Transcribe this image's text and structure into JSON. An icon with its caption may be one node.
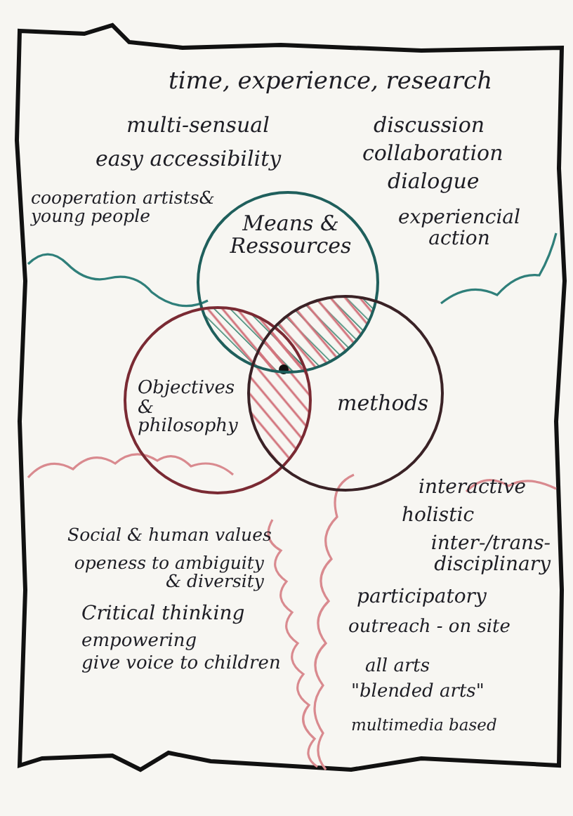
{
  "diagram": {
    "nodes": [
      {
        "text": [
          "time, experience, research",
          "multi-sensual",
          "easy accessibility",
          "cooperation artists& young people",
          "discussion",
          "collaboration",
          "dialogue",
          "experiencial action"
        ]
      },
      {
        "text": [
          "Means & Ressources"
        ]
      },
      {
        "text": [
          "Objectives & philosophy"
        ]
      },
      {
        "text": [
          "methods"
        ]
      },
      {
        "text": [
          "Social & human values",
          "openess to ambiguity & diversity",
          "Critical thinking",
          "empowering",
          "give voice to children"
        ]
      },
      {
        "text": [
          "interactive",
          "holistic",
          "inter-/trans-disciplinary",
          "participatory",
          "outreach - on site",
          "all arts",
          "\"blended arts\"",
          "multimedia based"
        ]
      }
    ]
  }
}
